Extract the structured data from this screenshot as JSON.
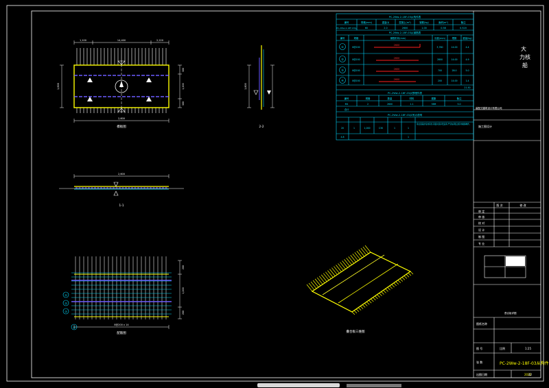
{
  "drawing": {
    "title_block": {
      "company_lines": [
        "大",
        "力核",
        "船"
      ],
      "project_line": "装配式建筑设计有限公司",
      "design_stage": "施工图设计",
      "revision_header": [
        "版 次",
        "修 改"
      ],
      "sig_labels": [
        "审 定",
        "审 核",
        "校 对",
        "设 计",
        "制 图",
        "专 业"
      ],
      "drawing_title_label": "图纸名称",
      "drawing_no_label": "图 号",
      "scale_label": "比例",
      "scale_value": "1:25",
      "sheet_label": "张 数",
      "drawing_number": "PC-2Ww-2-18F-03从构件",
      "date_label": "出图日期",
      "date_value": "2022",
      "page_label": "42",
      "component_label": "叠合板详图"
    },
    "views": {
      "plan": "模板图",
      "section_2": "2-2",
      "section_1": "1-1",
      "rebar": "配筋图",
      "iso": "叠合板三维图"
    },
    "dims": {
      "plan_top": [
        "1,100",
        "14,400",
        "2,220"
      ],
      "plan_bottom": "2,600",
      "plan_side": "1,800",
      "plan_right": [
        "300",
        "1,200",
        "300"
      ],
      "sec1_top": "2,600",
      "rebar_bottom": "8@200 x 14",
      "rebar_right": [
        "200",
        "1,200",
        "200"
      ],
      "s2_side": "1,800"
    },
    "rebar_tags": [
      "①",
      "②",
      "③",
      "④"
    ],
    "tables": {
      "t1_title": "PC-2Ww-2-18F-03从构件表",
      "t1_header": [
        "编号",
        "规格(mm)",
        "重量(t)",
        "混凝土(m³)",
        "钢筋(kg)",
        "面积(m²)",
        "备注"
      ],
      "t1_row": [
        "PC-2Ww-2-18F-03从",
        "60",
        "2.0",
        "2600",
        "1.00",
        "0.58",
        "0.520"
      ],
      "t2_title": "PC-2Ww-2-18F-03从钢筋表",
      "t2_header": [
        "编号",
        "规格",
        "钢筋形状(mm)",
        "长度(mm)",
        "根数",
        "重量(kg)"
      ],
      "t2_rows": [
        [
          "①",
          "8@200",
          "2600",
          "3,780",
          "14.00",
          "4.4"
        ],
        [
          "②",
          "8@200",
          "2600",
          "2800",
          "14.00",
          "4.9"
        ],
        [
          "③",
          "8@200",
          "2600",
          "700",
          "28.0",
          "5.0"
        ],
        [
          "④",
          "8@200",
          "2600",
          "200",
          "14.00",
          "1.4"
        ]
      ],
      "t2_total": "21.50",
      "t3_title": "PC-2Ww-2-18F-03从预埋件表",
      "t3_header": [
        "编号",
        "规格",
        "数量",
        "材料",
        "图集",
        "备注"
      ],
      "t3_row": [
        "M4",
        "2",
        "2600",
        "1.1",
        "58M",
        "5.0"
      ],
      "t3_extra": [
        "合计"
      ],
      "t4_title": "PC-2Ww-2-18F-03从吊点说明",
      "t4_row": [
        "20",
        "1",
        "1,000",
        "C30",
        "1",
        "1"
      ],
      "t4_note": "吊点需采用专用吊具,吊装时需平稳起吊,严禁在吊装过程中碰撞构件。",
      "t4_row2": [
        "4.8",
        "",
        "",
        "",
        "",
        "1"
      ]
    }
  }
}
